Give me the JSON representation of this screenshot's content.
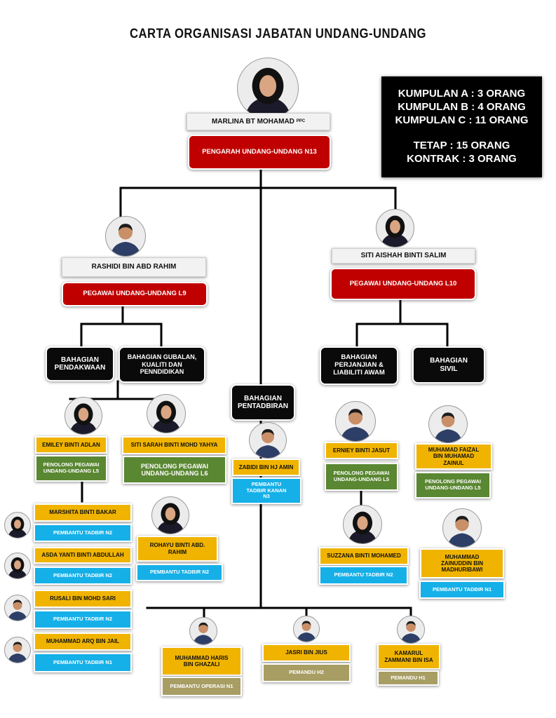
{
  "title": "CARTA ORGANISASI JABATAN UNDANG-UNDANG",
  "stats": {
    "kumpulan_a": "KUMPULAN A : 3 ORANG",
    "kumpulan_b": "KUMPULAN B : 4 ORANG",
    "kumpulan_c": "KUMPULAN C : 11 ORANG",
    "tetap": "TETAP : 15 ORANG",
    "kontrak": "KONTRAK : 3 ORANG"
  },
  "head": {
    "name": "MARLINA BT MOHAMAD",
    "suffix": "PPC",
    "position": "PENGARAH UNDANG-UNDANG N13"
  },
  "left_officer": {
    "name": "RASHIDI BIN ABD RAHIM",
    "position": "PEGAWAI UNDANG-UNDANG L9"
  },
  "right_officer": {
    "name": "SITI AISHAH BINTI SALIM",
    "position": "PEGAWAI UNDANG-UNDANG L10"
  },
  "divisions": {
    "pendakwaan": "BAHAGIAN PENDAKWAAN",
    "gubalan": "BAHAGIAN GUBALAN, KUALITI DAN PENNDIDIKAN",
    "pentadbiran": "BAHAGIAN PENTADBIRAN",
    "perjanjian": "BAHAGIAN PERJANJIAN & LIABILITI AWAM",
    "sivil": "BAHAGIAN SIVIL"
  },
  "staff": {
    "emiley": {
      "name": "EMILEY BINTI ADLAN",
      "position": "PENOLONG PEGAWAI UNDANG-UNDANG L5"
    },
    "sitisarah": {
      "name": "SITI SARAH BINTI MOHD YAHYA",
      "position": "PENOLONG PEGAWAI UNDANG-UNDANG L6"
    },
    "rohayu": {
      "name": "ROHAYU BINTI ABD. RAHIM",
      "position": "PEMBANTU TADBIR N2"
    },
    "zabidi": {
      "name": "ZABIDI BIN HJ AMIN",
      "position": "PEMBANTU TADBIR KANAN N3"
    },
    "erniey": {
      "name": "ERNIEY BINTI JASUT",
      "position": "PENOLONG PEGAWAI UNDANG-UNDANG L5"
    },
    "suzzana": {
      "name": "SUZZANA BINTI MOHAMED",
      "position": "PEMBANTU TADBIR N2"
    },
    "faizal": {
      "name": "MUHAMAD FAIZAL BIN MUHAMAD ZAINUL",
      "position": "PENOLONG PEGAWAI UNDANG-UNDANG L5"
    },
    "zainuddin": {
      "name": "MUHAMMAD ZAINUDDIN BIN MADHURIBAWI",
      "position": "PEMBANTU TADBIR N1"
    },
    "marshita": {
      "name": "MARSHITA BINTI BAKAR",
      "position": "PEMBANTU TADBIR N2"
    },
    "asda": {
      "name": "ASDA YANTI BINTI ABDULLAH",
      "position": "PEMBANTU TADBIR N2"
    },
    "rusali": {
      "name": "RUSALI BIN MOHD SARI",
      "position": "PEMBANTU TADBIR N2"
    },
    "arq": {
      "name": "MUHAMMAD ARQ BIN JAIL",
      "position": "PEMBANTU TADBIR N1"
    },
    "haris": {
      "name": "MUHAMMAD HARIS BIN GHAZALI",
      "position": "PEMBANTU OPERASI N1"
    },
    "jasri": {
      "name": "JASRI BIN JIUS",
      "position": "PEMANDU H2"
    },
    "kamarul": {
      "name": "KAMARUL ZAMMANI BIN ISA",
      "position": "PEMANDU H1"
    }
  },
  "colors": {
    "director_red": "#c00000",
    "division_black": "#0a0a0a",
    "name_gold": "#f0b400",
    "admin_blue": "#16b0e8",
    "legal_green": "#5a8732",
    "driver_khaki": "#a89d63"
  }
}
